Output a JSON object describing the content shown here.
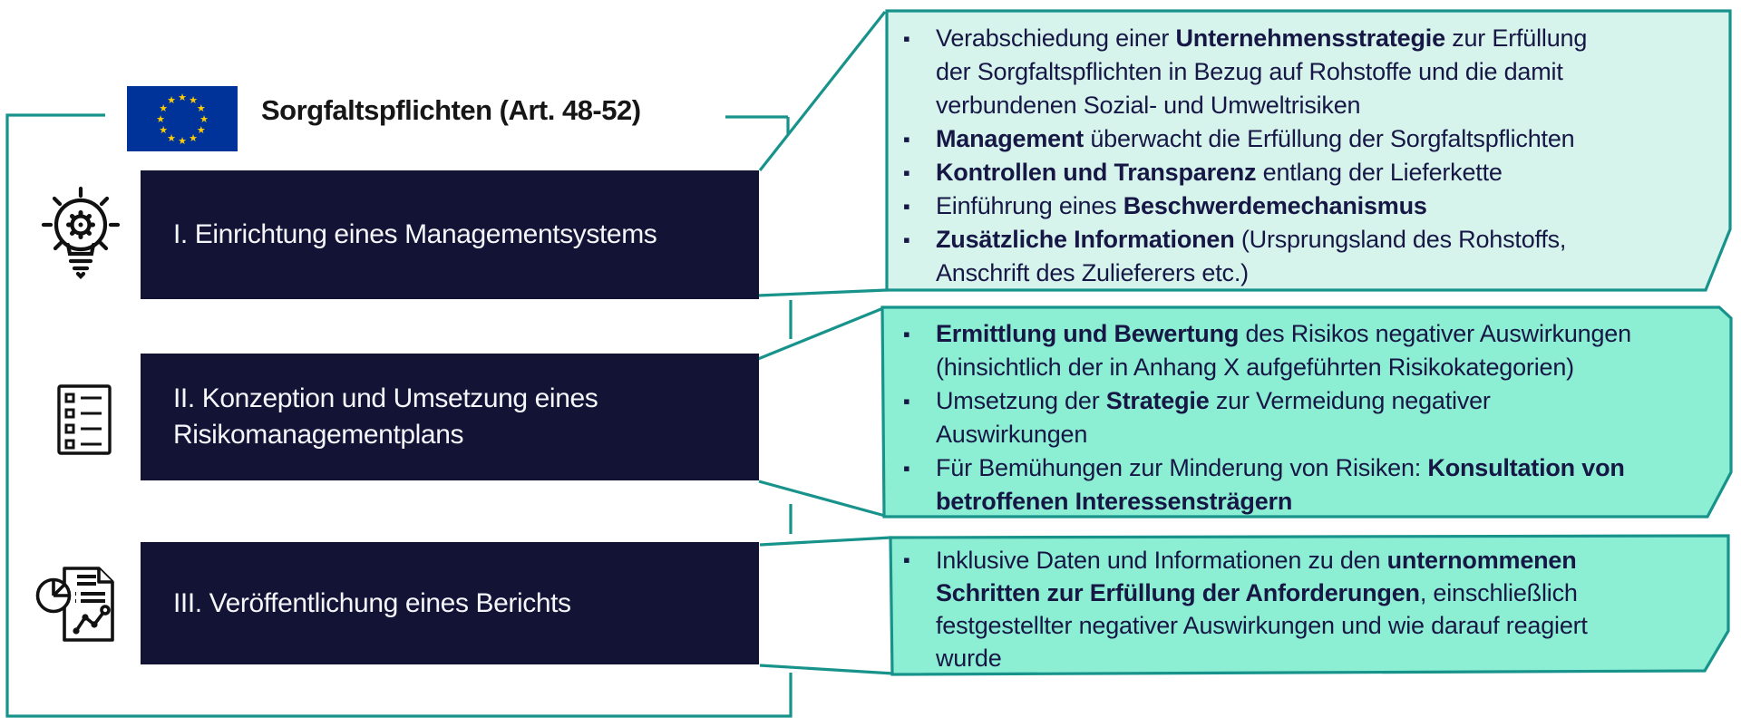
{
  "diagram": {
    "title": "Sorgfaltspflichten (Art. 48-52)",
    "bullet_char": "▪",
    "colors": {
      "accent_teal": "#17938b",
      "dark_navy_box": "#131335",
      "callout1_fill": "#d6f4ec",
      "callout23_fill": "#8ceed3",
      "body_text": "#171746",
      "flag_blue": "#003399",
      "flag_star_yellow": "#ffcc00"
    },
    "flag": {
      "icon": "eu-flag"
    },
    "steps": [
      {
        "label": "I. Einrichtung eines Managementsystems",
        "icon": "lightbulb-gear-icon"
      },
      {
        "label": "II. Konzeption und Umsetzung eines Risikomanagementplans",
        "icon": "checklist-icon"
      },
      {
        "label": "III. Veröffentlichung eines Berichts",
        "icon": "report-chart-icon"
      }
    ],
    "callouts": [
      {
        "bullets": [
          [
            {
              "t": "Verabschiedung einer "
            },
            {
              "t": "Unternehmensstrategie",
              "b": true
            },
            {
              "t": " zur Erfüllung\nder  Sorgfaltspflichten in Bezug auf Rohstoffe und die damit\nverbundenen Sozial- und Umweltrisiken"
            }
          ],
          [
            {
              "t": "Management",
              "b": true
            },
            {
              "t": " überwacht die Erfüllung der Sorgfaltspflichten"
            }
          ],
          [
            {
              "t": "Kontrollen und Transparenz",
              "b": true
            },
            {
              "t": " entlang der Lieferkette"
            }
          ],
          [
            {
              "t": "Einführung eines "
            },
            {
              "t": "Beschwerdemechanismus",
              "b": true
            }
          ],
          [
            {
              "t": "Zusätzliche Informationen",
              "b": true
            },
            {
              "t": " (Ursprungsland des Rohstoffs,\nAnschrift des Zulieferers etc.)"
            }
          ]
        ]
      },
      {
        "bullets": [
          [
            {
              "t": "Ermittlung und Bewertung",
              "b": true
            },
            {
              "t": " des Risikos negativer Auswirkungen\n(hinsichtlich der in Anhang X aufgeführten Risikokategorien)"
            }
          ],
          [
            {
              "t": "Umsetzung der "
            },
            {
              "t": "Strategie",
              "b": true
            },
            {
              "t": " zur Vermeidung negativer\nAuswirkungen"
            }
          ],
          [
            {
              "t": "Für Bemühungen zur Minderung von Risiken: "
            },
            {
              "t": "Konsultation von\nbetroffenen Interessensträgern",
              "b": true
            }
          ]
        ]
      },
      {
        "bullets": [
          [
            {
              "t": "Inklusive Daten und Informationen zu den "
            },
            {
              "t": "unternommenen\nSchritten zur Erfüllung der Anforderungen",
              "b": true
            },
            {
              "t": ", einschließlich\nfestgestellter negativer Auswirkungen  und wie darauf reagiert\nwurde"
            }
          ]
        ]
      }
    ]
  }
}
